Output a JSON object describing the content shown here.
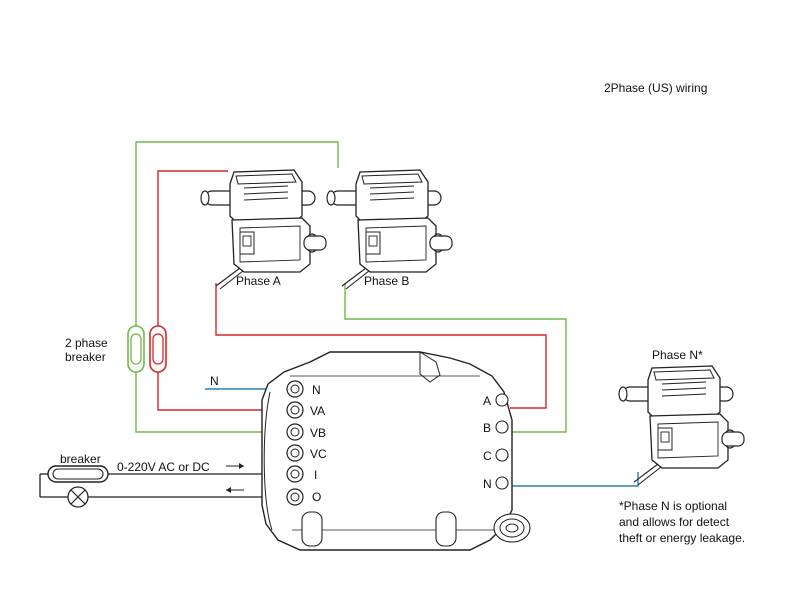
{
  "title": "2Phase (US) wiring",
  "ct_sensors": {
    "phase_a": "Phase A",
    "phase_b": "Phase B",
    "phase_n": "Phase N*"
  },
  "breaker_2phase": {
    "line1": "2 phase",
    "line2": "breaker"
  },
  "input_breaker": "breaker",
  "supply": "0-220V AC or DC",
  "left_terminals": [
    "N",
    "VA",
    "VB",
    "VC",
    "I",
    "O"
  ],
  "right_terminals": [
    "A",
    "B",
    "C",
    "N"
  ],
  "neutral_wire_label": "N",
  "note": {
    "line1": "*Phase N is optional",
    "line2": "and allows for detect",
    "line3": "theft or energy leakage."
  },
  "colors": {
    "line_a": "#d9262a",
    "line_b": "#6fb84a",
    "neutral": "#2f7fb5",
    "outline": "#222222"
  }
}
